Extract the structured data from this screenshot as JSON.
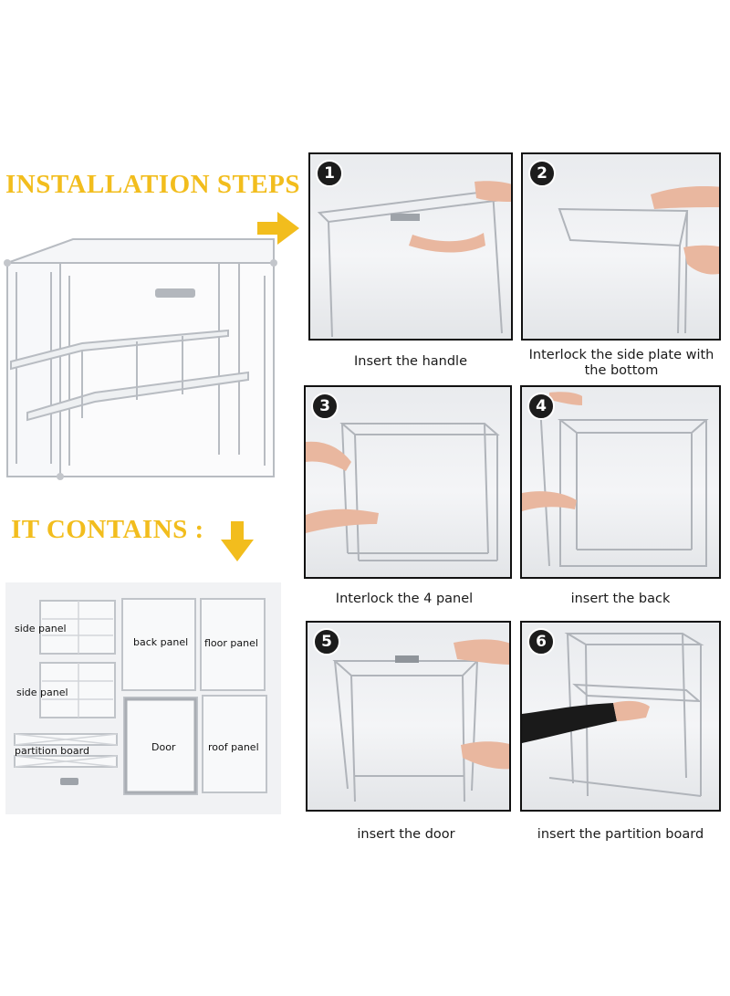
{
  "headings": {
    "installation": "INSTALLATION STEPS :",
    "contains": "IT CONTAINS :"
  },
  "accent_color": "#f2bd1d",
  "icons": {
    "right_arrow": "arrow-right-icon",
    "down_arrow": "arrow-down-icon"
  },
  "steps": [
    {
      "number": "1",
      "caption": "Insert the handle"
    },
    {
      "number": "2",
      "caption": "Interlock the side plate with the bottom"
    },
    {
      "number": "3",
      "caption": "Interlock the 4 panel"
    },
    {
      "number": "4",
      "caption": "insert the back"
    },
    {
      "number": "5",
      "caption": "insert the door"
    },
    {
      "number": "6",
      "caption": "insert the partition board"
    }
  ],
  "parts": {
    "side_panel_1": "side panel",
    "side_panel_2": "side panel",
    "partition_board": "partition board",
    "back_panel": "back panel",
    "floor_panel": "floor panel",
    "door": "Door",
    "roof_panel": "roof panel"
  }
}
